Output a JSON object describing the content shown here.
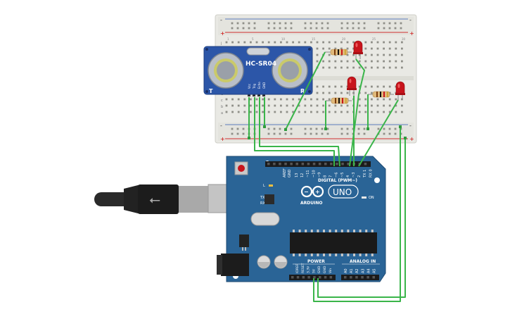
{
  "sensor": {
    "model": "HC-SR04",
    "pins": [
      "Vcc",
      "Trig",
      "Echo",
      "GND"
    ],
    "side_left": "T",
    "side_right": "R"
  },
  "board": {
    "model": "UNO",
    "brand": "ARDUINO",
    "on_label": "ON",
    "digital_label": "DIGITAL (PWM~)",
    "power_label": "POWER",
    "analog_label": "ANALOG IN",
    "led_labels": [
      "L",
      "TX",
      "RX"
    ],
    "aref_label": "AREF",
    "gnd_label": "GND",
    "digital_pins": [
      "13",
      "12",
      "~11",
      "~10",
      "~9",
      "8",
      "7",
      "~6",
      "~5",
      "4",
      "~3",
      "2",
      "TX 1",
      "RX 0"
    ],
    "power_pins": [
      "IOREF",
      "RESET",
      "3.3V",
      "5V",
      "GND",
      "GND",
      "Vin"
    ],
    "analog_pins": [
      "A0",
      "A1",
      "A2",
      "A3",
      "A4",
      "A5"
    ]
  },
  "breadboard": {
    "row_letters_top": [
      "j",
      "i",
      "h",
      "g",
      "f"
    ],
    "row_letters_bottom": [
      "e",
      "d",
      "c",
      "b",
      "a"
    ],
    "rail_minus": "-",
    "rail_plus": "+",
    "column_numbers": [
      "1",
      "5",
      "10",
      "15",
      "20",
      "25",
      "30"
    ]
  },
  "colors": {
    "wire": "#3ab54a",
    "board": "#2a6496",
    "sensor": "#2c56a8",
    "breadboard": "#e9e9e4",
    "led": "#c8141c"
  }
}
